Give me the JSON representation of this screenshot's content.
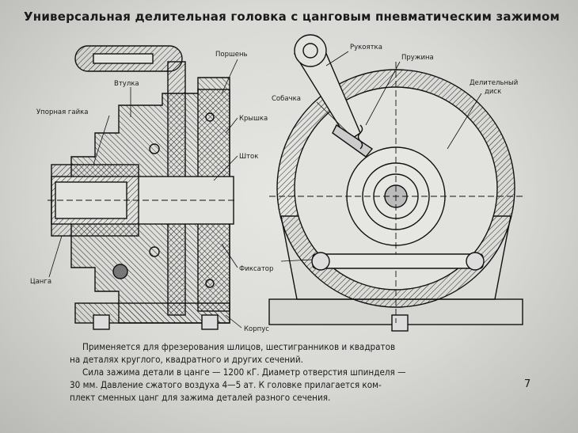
{
  "title": "Универсальная делительная головка с цанговым пневматическим зажимом",
  "labels": {
    "porshen": "Поршень",
    "vtulka": "Втулка",
    "upornaya_gayka": "Упорная гайка",
    "kryshka": "Крышка",
    "shtok": "Шток",
    "tsanga": "Цанга",
    "fiksator": "Фиксатор",
    "korpus": "Корпус",
    "rukoyatka": "Рукоятка",
    "pruzhina": "Пружина",
    "delitelny_disk_1": "Делительный",
    "delitelny_disk_2": "диск",
    "sobachka": "Собачка"
  },
  "caption": {
    "line1": "Применяется для фрезерования шлицов, шестигранников и квадратов",
    "line2": "на деталях круглого, квадратного и других сечений.",
    "line3": "Сила зажима детали в цанге — 1200 кГ. Диаметр отверстия шпинделя —",
    "line4": "30 мм. Давление сжатого воздуха 4—5 ат. К головке прилагается ком-",
    "line5": "плект сменных цанг для зажима деталей разного сечения."
  },
  "page_number": "7"
}
